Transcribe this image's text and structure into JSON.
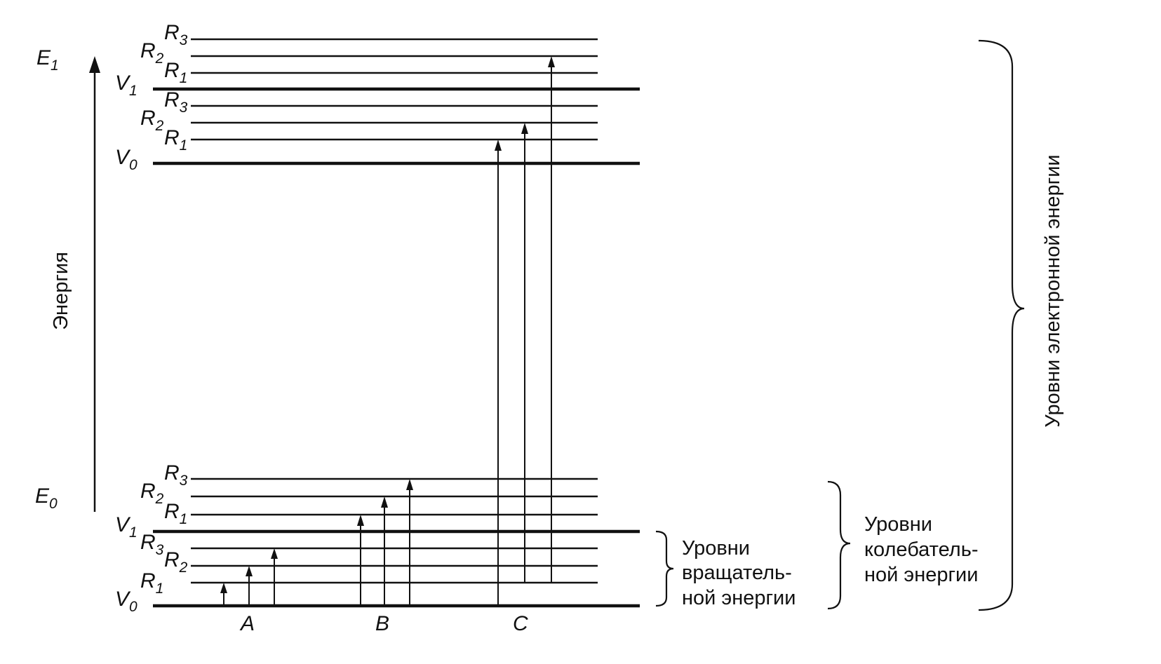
{
  "axis": {
    "label": "Энергия"
  },
  "electronic_states": [
    {
      "symbol": "E",
      "subscript": "1",
      "vibrational": [
        {
          "symbol": "V",
          "subscript": "0",
          "rotational": [
            {
              "symbol": "R",
              "subscript": "1"
            },
            {
              "symbol": "R",
              "subscript": "2"
            },
            {
              "symbol": "R",
              "subscript": "3"
            }
          ]
        },
        {
          "symbol": "V",
          "subscript": "1",
          "rotational": [
            {
              "symbol": "R",
              "subscript": "1"
            },
            {
              "symbol": "R",
              "subscript": "2"
            },
            {
              "symbol": "R",
              "subscript": "3"
            }
          ]
        }
      ]
    },
    {
      "symbol": "E",
      "subscript": "0",
      "vibrational": [
        {
          "symbol": "V",
          "subscript": "0",
          "rotational": [
            {
              "symbol": "R",
              "subscript": "1"
            },
            {
              "symbol": "R",
              "subscript": "2"
            },
            {
              "symbol": "R",
              "subscript": "3"
            }
          ]
        },
        {
          "symbol": "V",
          "subscript": "1",
          "rotational": [
            {
              "symbol": "R",
              "subscript": "1"
            },
            {
              "symbol": "R",
              "subscript": "2"
            },
            {
              "symbol": "R",
              "subscript": "3"
            }
          ]
        }
      ]
    }
  ],
  "transition_groups": [
    {
      "label": "A"
    },
    {
      "label": "B"
    },
    {
      "label": "C"
    }
  ],
  "braces": {
    "rotational": [
      "Уровни",
      "вращатель-",
      "ной энергии"
    ],
    "vibrational": [
      "Уровни",
      "колебатель-",
      "ной энергии"
    ],
    "electronic": "Уровни электронной энергии"
  }
}
